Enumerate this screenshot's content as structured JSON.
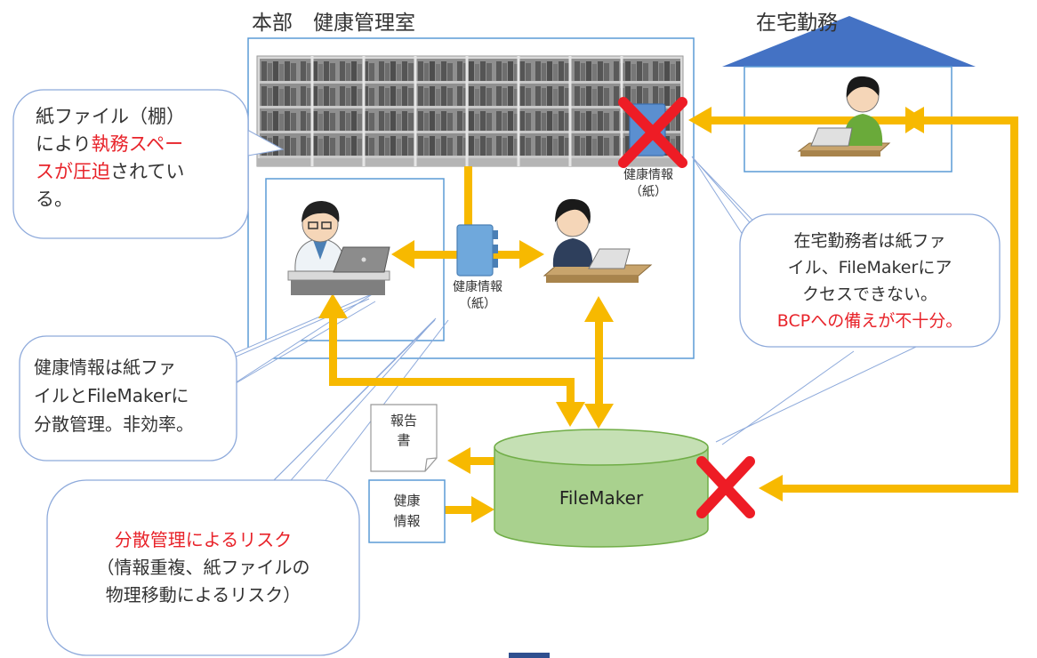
{
  "colors": {
    "arrow": "#f7b900",
    "callout_border": "#8eaadb",
    "room_border": "#5b9bd5",
    "roof": "#4472c4",
    "db_fill": "#a9d18e",
    "db_border": "#70ad47",
    "cross": "#ee1c25",
    "emphasis_text": "#e8232a"
  },
  "headquarters": {
    "title": "本部　健康管理室"
  },
  "remote": {
    "title": "在宅勤務"
  },
  "paper_file_top": {
    "line1": "健康情報",
    "line2": "（紙）"
  },
  "paper_file_center": {
    "line1": "健康情報",
    "line2": "（紙）"
  },
  "callout_space": {
    "l1": "紙ファイル（棚）",
    "l2a": "により",
    "l2b": "執務スペー",
    "l3a": "スが圧迫",
    "l3b": "されてい",
    "l4": "る。"
  },
  "callout_remote": {
    "l1": "在宅勤務者は紙ファ",
    "l2": "イル、FileMakerにア",
    "l3": "クセスできない。",
    "l4": "BCPへの備えが不十分。"
  },
  "callout_distributed": {
    "l1": "健康情報は紙ファ",
    "l2": "イルとFileMakerに",
    "l3": "分散管理。非効率。"
  },
  "callout_risk": {
    "l1": "分散管理によるリスク",
    "l2": "（情報重複、紙ファイルの",
    "l3": "物理移動によるリスク）"
  },
  "report_doc": {
    "l1": "報告",
    "l2": "書"
  },
  "health_doc": {
    "l1": "健康",
    "l2": "情報"
  },
  "database": {
    "label": "FileMaker"
  },
  "icons": [
    "bookshelf-icon",
    "doctor-laptop-icon",
    "nurse-laptop-icon",
    "remote-worker-icon",
    "folder-icon",
    "cross-icon",
    "database-cylinder-icon",
    "house-roof-icon"
  ]
}
